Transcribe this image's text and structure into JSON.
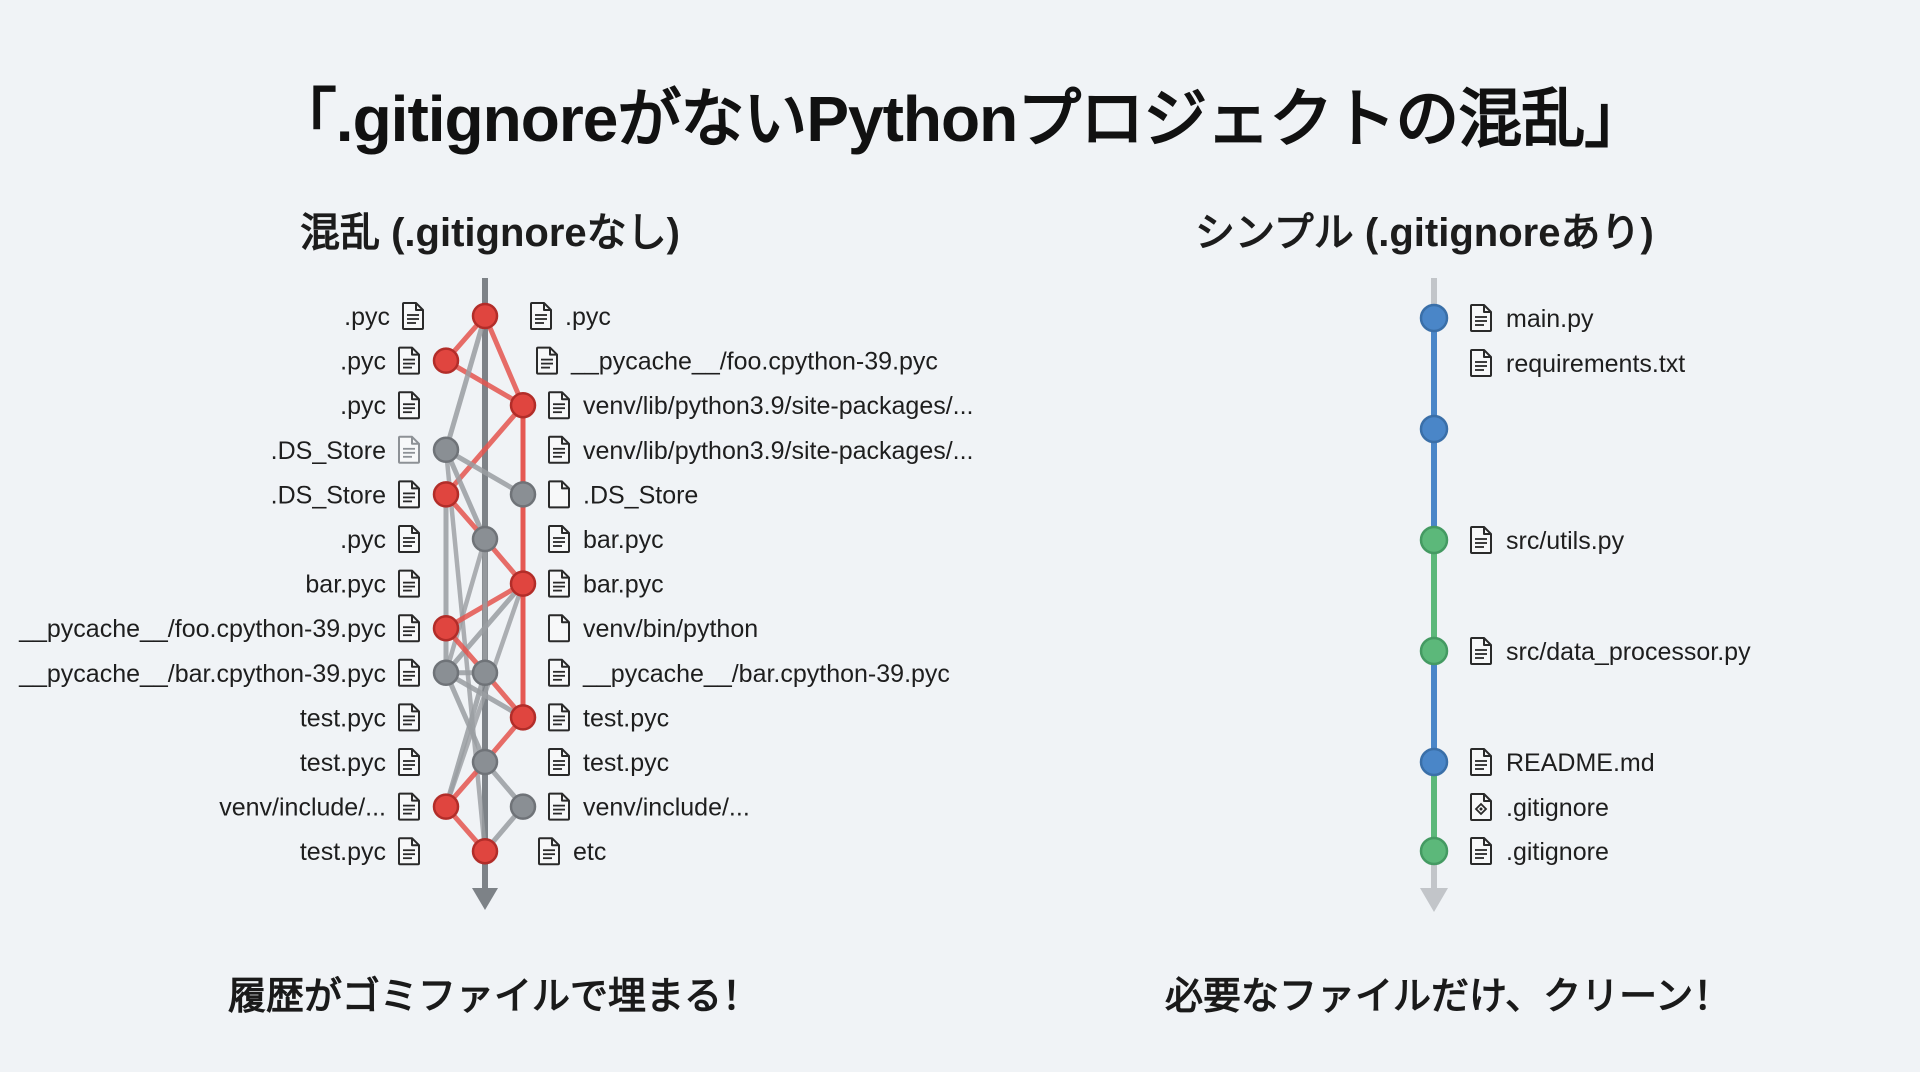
{
  "title": "「.gitignoreがないPythonプロジェクトの混乱」",
  "colors": {
    "background": "#f0f3f6",
    "chaos_red": "#e0453f",
    "chaos_red_line": "#e5554f",
    "chaos_gray": "#8a8f94",
    "trunk_gray": "#7d8287",
    "clean_blue": "#4a86c8",
    "clean_green": "#5cb87a",
    "arrow_gray_light": "#c2c5c9"
  },
  "left": {
    "heading": "混乱 (.gitignoreなし)",
    "caption": "履歴がゴミファイルで埋まる！",
    "left_files": [
      {
        "name": ".pyc",
        "icon": "file-text-icon"
      },
      {
        "name": ".pyc",
        "icon": "file-text-icon"
      },
      {
        "name": ".pyc",
        "icon": "file-text-icon"
      },
      {
        "name": ".DS_Store",
        "icon": "file-text-icon-faded"
      },
      {
        "name": ".DS_Store",
        "icon": "file-text-icon"
      },
      {
        "name": ".pyc",
        "icon": "file-text-icon"
      },
      {
        "name": "bar.pyc",
        "icon": "file-text-icon"
      },
      {
        "name": "__pycache__/foo.cpython-39.pyc",
        "icon": "file-text-icon"
      },
      {
        "name": "__pycache__/bar.cpython-39.pyc",
        "icon": "file-text-icon"
      },
      {
        "name": "test.pyc",
        "icon": "file-text-icon"
      },
      {
        "name": "test.pyc",
        "icon": "file-text-icon"
      },
      {
        "name": "venv/include/...",
        "icon": "file-text-icon"
      },
      {
        "name": "test.pyc",
        "icon": "file-text-icon"
      }
    ],
    "right_files": [
      {
        "name": ".pyc",
        "icon": "file-text-icon"
      },
      {
        "name": "__pycache__/foo.cpython-39.pyc",
        "icon": "file-text-icon"
      },
      {
        "name": "venv/lib/python3.9/site-packages/...",
        "icon": "file-text-icon"
      },
      {
        "name": "venv/lib/python3.9/site-packages/...",
        "icon": "file-text-icon"
      },
      {
        "name": ".DS_Store",
        "icon": "file-blank-icon"
      },
      {
        "name": "bar.pyc",
        "icon": "file-text-icon"
      },
      {
        "name": "bar.pyc",
        "icon": "file-text-icon"
      },
      {
        "name": "venv/bin/python",
        "icon": "file-blank-icon"
      },
      {
        "name": "__pycache__/bar.cpython-39.pyc",
        "icon": "file-text-icon"
      },
      {
        "name": "test.pyc",
        "icon": "file-text-icon"
      },
      {
        "name": "test.pyc",
        "icon": "file-text-icon"
      },
      {
        "name": "venv/include/...",
        "icon": "file-text-icon"
      },
      {
        "name": "etc",
        "icon": "file-text-icon"
      }
    ],
    "nodes": [
      {
        "id": "r0",
        "row": 0,
        "lane": "mid",
        "color": "red"
      },
      {
        "id": "r1",
        "row": 1,
        "lane": "left",
        "color": "red"
      },
      {
        "id": "r2",
        "row": 2,
        "lane": "right",
        "color": "red"
      },
      {
        "id": "g3",
        "row": 3,
        "lane": "left",
        "color": "gray"
      },
      {
        "id": "r4",
        "row": 4,
        "lane": "left",
        "color": "red"
      },
      {
        "id": "g4",
        "row": 4,
        "lane": "right",
        "color": "gray"
      },
      {
        "id": "g5",
        "row": 5,
        "lane": "mid",
        "color": "gray"
      },
      {
        "id": "r6",
        "row": 6,
        "lane": "right",
        "color": "red"
      },
      {
        "id": "r7",
        "row": 7,
        "lane": "left",
        "color": "red"
      },
      {
        "id": "g8a",
        "row": 8,
        "lane": "left",
        "color": "gray"
      },
      {
        "id": "g8b",
        "row": 8,
        "lane": "mid",
        "color": "gray"
      },
      {
        "id": "r9",
        "row": 9,
        "lane": "right",
        "color": "red"
      },
      {
        "id": "g10",
        "row": 10,
        "lane": "mid",
        "color": "gray"
      },
      {
        "id": "r11",
        "row": 11,
        "lane": "left",
        "color": "red"
      },
      {
        "id": "g11",
        "row": 11,
        "lane": "right",
        "color": "gray"
      },
      {
        "id": "r12",
        "row": 12,
        "lane": "mid",
        "color": "red"
      }
    ],
    "edges": [
      {
        "from": "r0",
        "to": "r1",
        "color": "red"
      },
      {
        "from": "r0",
        "to": "r2",
        "color": "red"
      },
      {
        "from": "r1",
        "to": "r2",
        "color": "red"
      },
      {
        "from": "r0",
        "to": "g3",
        "color": "gray"
      },
      {
        "from": "r2",
        "to": "r4",
        "color": "red"
      },
      {
        "from": "g3",
        "to": "g4",
        "color": "gray"
      },
      {
        "from": "g3",
        "to": "g5",
        "color": "gray"
      },
      {
        "from": "r4",
        "to": "g5",
        "color": "red"
      },
      {
        "from": "r4",
        "to": "g8a",
        "color": "gray"
      },
      {
        "from": "r2",
        "to": "r9",
        "color": "red"
      },
      {
        "from": "g5",
        "to": "r6",
        "color": "red"
      },
      {
        "from": "r6",
        "to": "r7",
        "color": "red"
      },
      {
        "from": "r6",
        "to": "g8a",
        "color": "gray"
      },
      {
        "from": "r7",
        "to": "g8b",
        "color": "red"
      },
      {
        "from": "g8b",
        "to": "r9",
        "color": "red"
      },
      {
        "from": "g5",
        "to": "g8b",
        "color": "gray"
      },
      {
        "from": "g8a",
        "to": "g8b",
        "color": "gray"
      },
      {
        "from": "g8a",
        "to": "r9",
        "color": "gray"
      },
      {
        "from": "g8a",
        "to": "g10",
        "color": "gray"
      },
      {
        "from": "g8b",
        "to": "r11",
        "color": "gray"
      },
      {
        "from": "r9",
        "to": "g10",
        "color": "red"
      },
      {
        "from": "g10",
        "to": "r11",
        "color": "red"
      },
      {
        "from": "g10",
        "to": "g11",
        "color": "gray"
      },
      {
        "from": "r11",
        "to": "r12",
        "color": "red"
      },
      {
        "from": "g11",
        "to": "r12",
        "color": "gray"
      }
    ]
  },
  "right": {
    "heading": "シンプル (.gitignoreあり)",
    "caption": "必要なファイルだけ、クリーン！",
    "commits": [
      {
        "color": "blue",
        "files": [
          {
            "name": "main.py",
            "icon": "file-text-icon"
          },
          {
            "name": "requirements.txt",
            "icon": "file-text-icon"
          }
        ]
      },
      {
        "color": "blue",
        "files": []
      },
      {
        "color": "green",
        "files": [
          {
            "name": "src/utils.py",
            "icon": "file-text-icon"
          }
        ]
      },
      {
        "color": "green",
        "files": [
          {
            "name": "src/data_processor.py",
            "icon": "file-text-icon"
          }
        ]
      },
      {
        "color": "blue",
        "files": [
          {
            "name": "README.md",
            "icon": "file-text-icon"
          },
          {
            "name": ".gitignore",
            "icon": "file-git-icon"
          }
        ]
      },
      {
        "color": "green",
        "files": [
          {
            "name": ".gitignore",
            "icon": "file-text-icon"
          }
        ]
      }
    ],
    "segments": [
      "blue",
      "blue",
      "green",
      "blue",
      "green"
    ]
  }
}
